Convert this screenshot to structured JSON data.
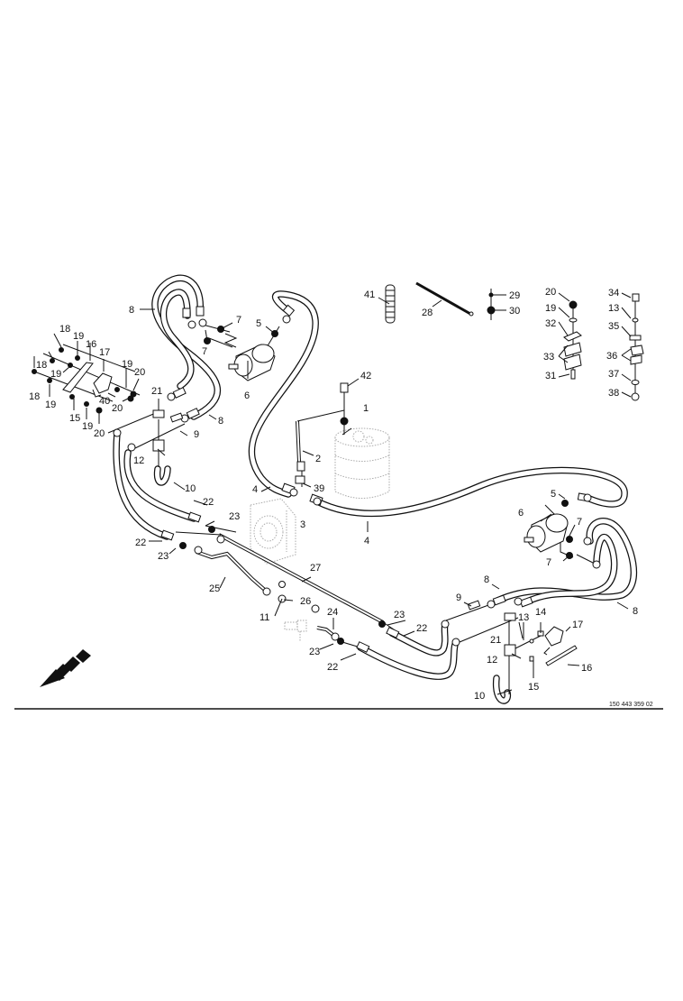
{
  "diagram": {
    "document_number": "150 443 359 02",
    "labels": {
      "l1": "1",
      "l2": "2",
      "l3": "3",
      "l4a": "4",
      "l4b": "4",
      "l5a": "5",
      "l5b": "5",
      "l6a": "6",
      "l6b": "6",
      "l7a": "7",
      "l7b": "7",
      "l7c": "7",
      "l7d": "7",
      "l8a": "8",
      "l8b": "8",
      "l8c": "8",
      "l8d": "8",
      "l9a": "9",
      "l9b": "9",
      "l10a": "10",
      "l10b": "10",
      "l11": "11",
      "l12a": "12",
      "l12b": "12",
      "l13a": "13",
      "l13b": "13",
      "l14": "14",
      "l15a": "15",
      "l15b": "15",
      "l16a": "16",
      "l16b": "16",
      "l17a": "17",
      "l17b": "17",
      "l18a": "18",
      "l18b": "18",
      "l18c": "18",
      "l19a": "19",
      "l19b": "19",
      "l19c": "19",
      "l19d": "19",
      "l19e": "19",
      "l19f": "19",
      "l20a": "20",
      "l20b": "20",
      "l20c": "20",
      "l20d": "20",
      "l21a": "21",
      "l21b": "21",
      "l22a": "22",
      "l22b": "22",
      "l22c": "22",
      "l22d": "22",
      "l23a": "23",
      "l23b": "23",
      "l23c": "23",
      "l23d": "23",
      "l24": "24",
      "l25": "25",
      "l26": "26",
      "l27": "27",
      "l28": "28",
      "l29": "29",
      "l30": "30",
      "l31": "31",
      "l32": "32",
      "l33": "33",
      "l34": "34",
      "l35": "35",
      "l36": "36",
      "l37": "37",
      "l38": "38",
      "l39": "39",
      "l40": "40",
      "l41": "41",
      "l42": "42"
    },
    "icons": {
      "direction_arrow": "forward-direction-arrow-icon"
    },
    "colors": {
      "line": "#111111",
      "ghost": "#aaaaaa",
      "background": "#ffffff"
    }
  }
}
